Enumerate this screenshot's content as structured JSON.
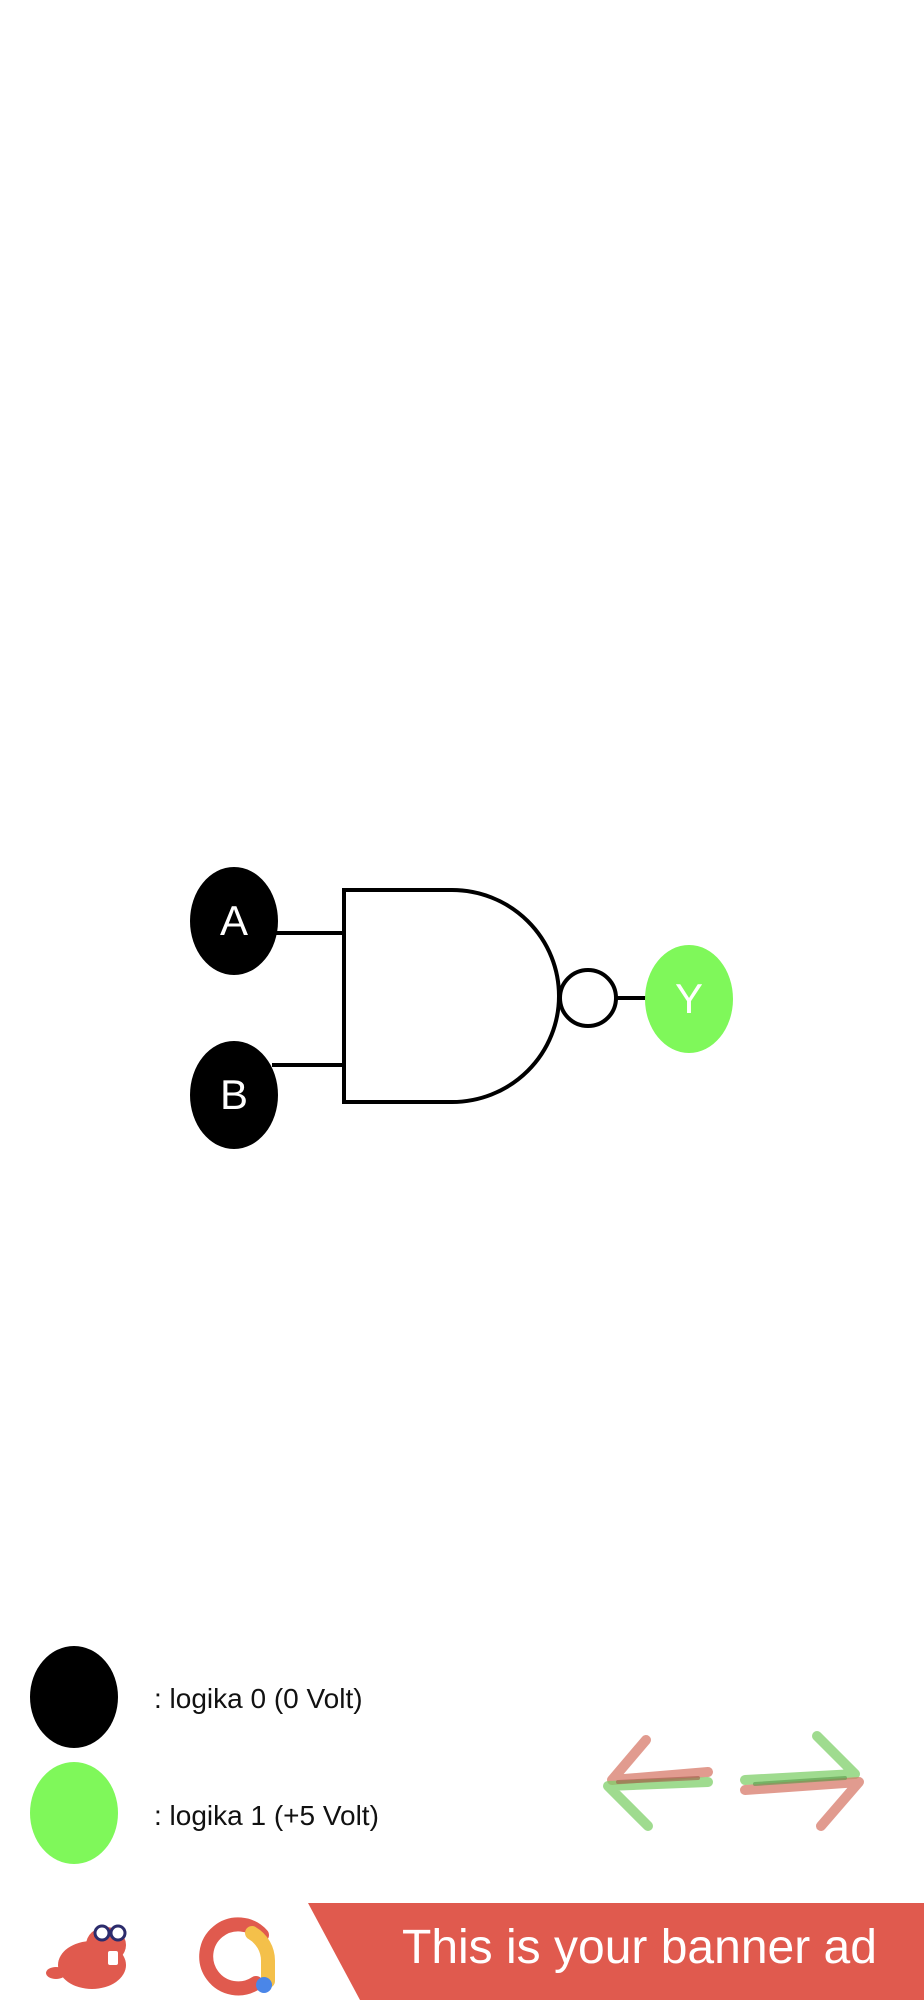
{
  "gate": {
    "type": "NAND",
    "input_a": {
      "label": "A",
      "state": 0
    },
    "input_b": {
      "label": "B",
      "state": 0
    },
    "output_y": {
      "label": "Y",
      "state": 1
    }
  },
  "legend": {
    "items": [
      {
        "label": ": logika 0 (0 Volt)",
        "color": "#000000"
      },
      {
        "label": ": logika 1 (+5 Volt)",
        "color": "#7ff85a"
      }
    ]
  },
  "colors": {
    "logic0": "#000000",
    "logic1": "#7ff85a",
    "banner": "#e05a4e"
  },
  "navigation": {
    "prev_icon": "arrow-left-icon",
    "next_icon": "arrow-right-icon"
  },
  "banner": {
    "text": "This is your banner ad"
  }
}
